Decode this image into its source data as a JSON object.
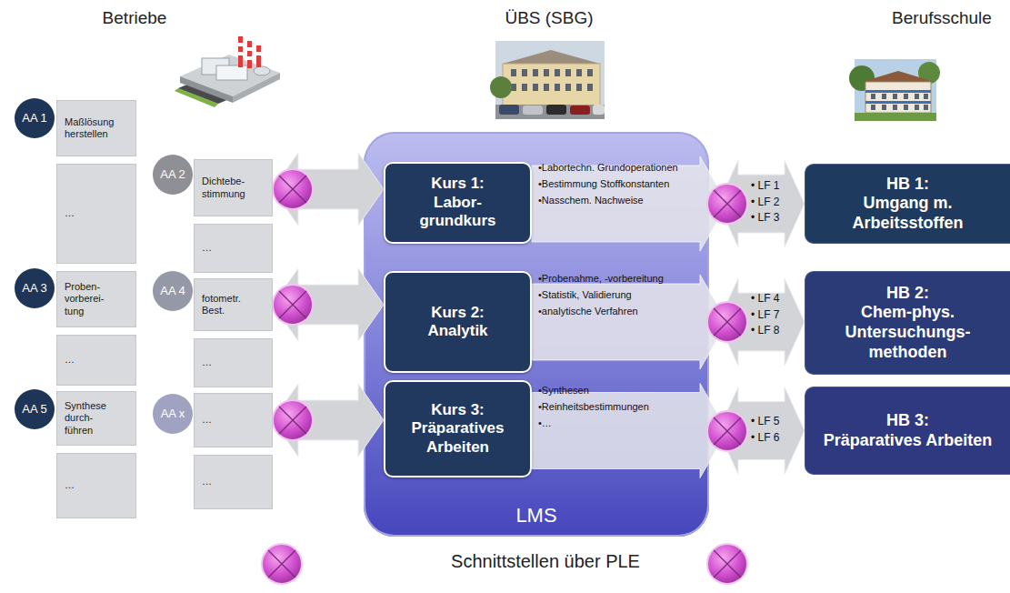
{
  "diagram": {
    "nodes": [
      {
        "text": [
          "AA 1"
        ]
      },
      {
        "text": [
          "Maßlösung herstellen"
        ]
      },
      {
        "text": [
          "…"
        ]
      },
      {
        "text": [
          "AA 3"
        ]
      },
      {
        "text": [
          "Proben- vorberei- tung"
        ]
      },
      {
        "text": [
          "…"
        ]
      },
      {
        "text": [
          "AA 5"
        ]
      },
      {
        "text": [
          "Synthese durch- führen"
        ]
      },
      {
        "text": [
          "…"
        ]
      },
      {
        "text": [
          "AA 2"
        ]
      },
      {
        "text": [
          "Dichtebe- stimmung"
        ]
      },
      {
        "text": [
          "…"
        ]
      },
      {
        "text": [
          "AA 4"
        ]
      },
      {
        "text": [
          "fotometr. Best."
        ]
      },
      {
        "text": [
          "…"
        ]
      },
      {
        "text": [
          "AA x"
        ]
      },
      {
        "text": [
          "…"
        ]
      },
      {
        "text": [
          "…"
        ]
      },
      {
        "text": [
          "LMS"
        ]
      },
      {
        "text": [
          "Kurs 1:",
          "Labor- grundkurs"
        ],
        "in": 18
      },
      {
        "text": [
          "Kurs 2:",
          "Analytik"
        ],
        "in": 18
      },
      {
        "text": [
          "Kurs 3:",
          "Präparatives Arbeiten"
        ],
        "in": 18
      },
      {
        "text": [
          "HB 1:",
          "Umgang m. Arbeitsstoffen"
        ]
      },
      {
        "text": [
          "HB 2:",
          "Chem-phys. Untersuchungs- methoden"
        ]
      },
      {
        "text": [
          "HB 3:",
          "Präparatives Arbeiten"
        ]
      }
    ],
    "edges": [
      {
        "from": 10,
        "to": 19,
        "arrow": "both"
      },
      {
        "from": 13,
        "to": 20,
        "arrow": "both"
      },
      {
        "from": 16,
        "to": 21,
        "arrow": "both"
      },
      {
        "from": 19,
        "to": 22,
        "arrow": "both"
      },
      {
        "from": 20,
        "to": 23,
        "arrow": "both"
      },
      {
        "from": 21,
        "to": 24,
        "arrow": "both"
      }
    ],
    "labels": [
      "Betriebe",
      "ÜBS (SBG)",
      "Berufsschule",
      "•Labortechn. Grundoperationen",
      "•Bestimmung Stoffkonstanten",
      "•Nasschem. Nachweise",
      "•Probenahme, -vorbereitung",
      "•Statistik, Validierung",
      "•analytische Verfahren",
      "•Synthesen",
      "•Reinheitsbestimmungen",
      "•…",
      "• LF 1",
      "• LF 2",
      "• LF 3",
      "• LF 4",
      "• LF 7",
      "• LF 8",
      "• LF 5",
      "• LF 6"
    ],
    "legend": [
      {
        "text": "Schnittstellen über PLE"
      }
    ]
  }
}
